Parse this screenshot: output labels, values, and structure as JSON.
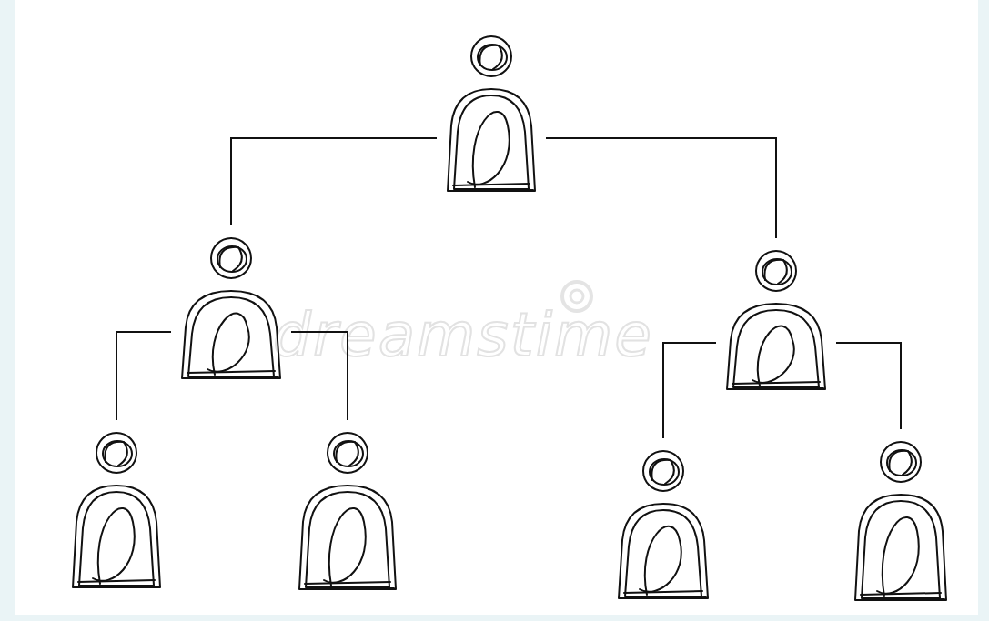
{
  "diagram": {
    "nodes": [
      {
        "text": []
      },
      {
        "text": []
      },
      {
        "text": []
      },
      {
        "text": []
      },
      {
        "text": []
      },
      {
        "text": []
      },
      {
        "text": []
      }
    ],
    "edges": [
      {
        "from": 0,
        "to": 1,
        "arrow": "none"
      },
      {
        "from": 0,
        "to": 2,
        "arrow": "none"
      },
      {
        "from": 1,
        "to": 3,
        "arrow": "none"
      },
      {
        "from": 1,
        "to": 4,
        "arrow": "none"
      },
      {
        "from": 2,
        "to": 5,
        "arrow": "none"
      },
      {
        "from": 2,
        "to": 6,
        "arrow": "none"
      }
    ],
    "labels": [
      "dreamstime"
    ]
  }
}
